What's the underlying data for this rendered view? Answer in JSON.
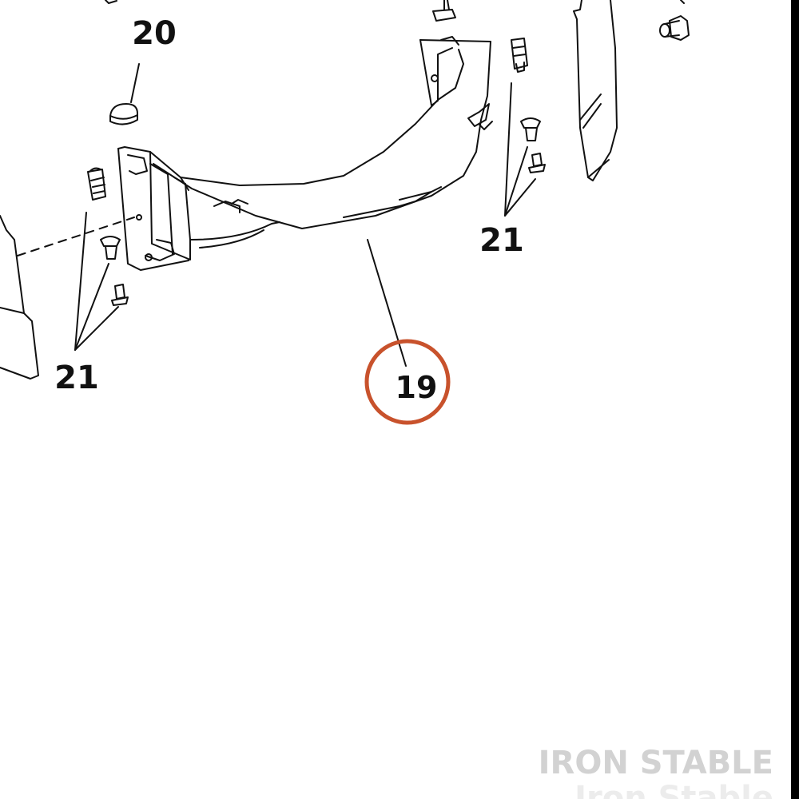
{
  "callouts": {
    "part_20": "20",
    "part_21_left": "21",
    "part_21_right": "21",
    "part_19": "19"
  },
  "watermark": {
    "line1": "IRON STABLE",
    "line2": "Iron Stable"
  },
  "colors": {
    "highlight_ring": "#c8522c",
    "line_art": "#111111",
    "watermark": "#d2d2d2"
  }
}
